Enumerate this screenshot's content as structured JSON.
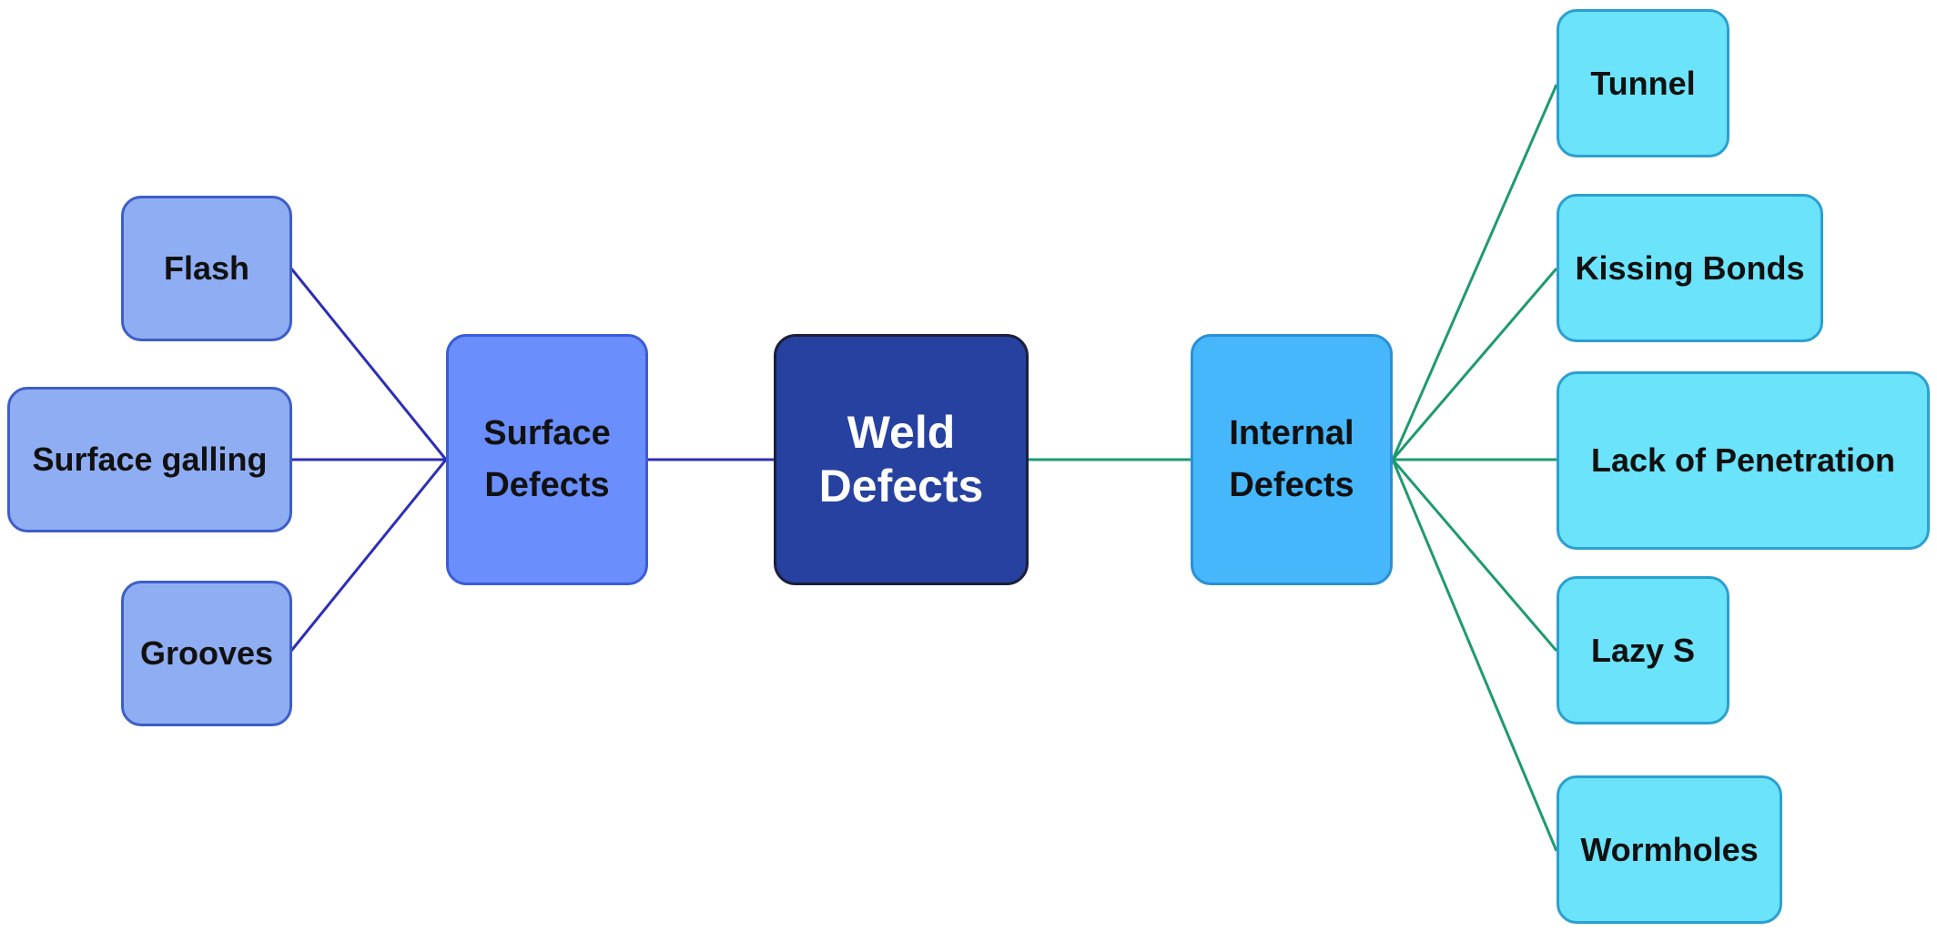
{
  "root": {
    "label": "Weld\nDefects"
  },
  "surface": {
    "label": "Surface\nDefects",
    "children": [
      "Flash",
      "Surface galling",
      "Grooves"
    ]
  },
  "internal": {
    "label": "Internal\nDefects",
    "children": [
      "Tunnel",
      "Kissing Bonds",
      "Lack of Penetration",
      "Lazy S",
      "Wormholes"
    ]
  },
  "colors": {
    "root_fill": "#2641A0",
    "root_border": "#1B1F3A",
    "root_text": "#FFFFFF",
    "surface_fill": "#6A8EFB",
    "surface_border": "#3B5CD9",
    "surface_leaf_fill": "#8FADF2",
    "surface_leaf_border": "#3D5EC7",
    "surface_line": "#2C2FB5",
    "internal_fill": "#46B7FB",
    "internal_border": "#2A8FD8",
    "internal_leaf_fill": "#6AE3FB",
    "internal_leaf_border": "#2BA0D0",
    "internal_line": "#1E9A6E"
  }
}
